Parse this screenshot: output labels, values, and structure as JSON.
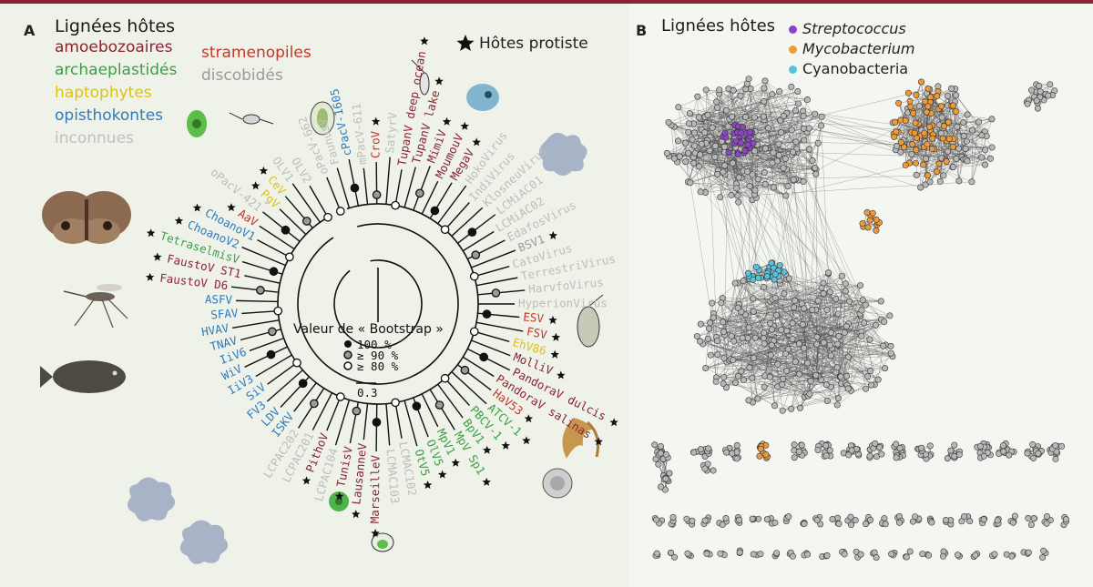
{
  "panel_a": {
    "label": "A",
    "legend_title": "Lignées hôtes",
    "legend_left": [
      {
        "text": "amoebozoaires",
        "color": "#8a2330"
      },
      {
        "text": "archaeplastidés",
        "color": "#3aa046"
      },
      {
        "text": "haptophytes",
        "color": "#d9c21c"
      },
      {
        "text": "opisthokontes",
        "color": "#2e7bbf"
      },
      {
        "text": "inconnues",
        "color": "#bfbfbf"
      }
    ],
    "legend_right": [
      {
        "text": "stramenopiles",
        "color": "#c0392b"
      },
      {
        "text": "discobidés",
        "color": "#9a9a9a"
      }
    ],
    "star_legend": "Hôtes protiste",
    "bootstrap_title": "Valeur de « Bootstrap »",
    "bootstrap_levels": [
      "100 %",
      "≥ 90 %",
      "≥ 80 %"
    ],
    "scale_value": "0.3",
    "leaves": [
      {
        "name": "oPacV-662",
        "color": "#bdbdbd",
        "star": false
      },
      {
        "name": "FaunusV",
        "color": "#bdbdbd",
        "star": false
      },
      {
        "name": "cPacV-1605",
        "color": "#2e7bbf",
        "star": false
      },
      {
        "name": "mPacV-611",
        "color": "#bdbdbd",
        "star": false
      },
      {
        "name": "CroV",
        "color": "#c0392b",
        "star": true
      },
      {
        "name": "SatyrV",
        "color": "#bdbdbd",
        "star": false
      },
      {
        "name": "TupanV deep ocean",
        "color": "#8a2330",
        "star": true
      },
      {
        "name": "TupanV lake",
        "color": "#8a2330",
        "star": true
      },
      {
        "name": "MimiV",
        "color": "#8a2330",
        "star": true
      },
      {
        "name": "MoumouV",
        "color": "#8a2330",
        "star": true
      },
      {
        "name": "MegaV",
        "color": "#8a2330",
        "star": true
      },
      {
        "name": "HokoVirus",
        "color": "#bdbdbd",
        "star": false
      },
      {
        "name": "IndiVirus",
        "color": "#bdbdbd",
        "star": false
      },
      {
        "name": "KlosneuVirus",
        "color": "#bdbdbd",
        "star": false
      },
      {
        "name": "LCMiAC01",
        "color": "#bdbdbd",
        "star": false
      },
      {
        "name": "LCMiAC02",
        "color": "#bdbdbd",
        "star": false
      },
      {
        "name": "EdafosVirus",
        "color": "#bdbdbd",
        "star": false
      },
      {
        "name": "BSV1",
        "color": "#9a9a9a",
        "star": true
      },
      {
        "name": "CatoVirus",
        "color": "#bdbdbd",
        "star": false
      },
      {
        "name": "TerrestriVirus",
        "color": "#bdbdbd",
        "star": false
      },
      {
        "name": "HarvfoVirus",
        "color": "#bdbdbd",
        "star": false
      },
      {
        "name": "HyperionVirus",
        "color": "#bdbdbd",
        "star": false
      },
      {
        "name": "ESV",
        "color": "#c0392b",
        "star": true
      },
      {
        "name": "FSV",
        "color": "#c0392b",
        "star": true
      },
      {
        "name": "EhV86",
        "color": "#d9c21c",
        "star": true
      },
      {
        "name": "MolliV",
        "color": "#8a2330",
        "star": true
      },
      {
        "name": "PandoraV dulcis",
        "color": "#8a2330",
        "star": true
      },
      {
        "name": "PandoraV salinas",
        "color": "#8a2330",
        "star": true
      },
      {
        "name": "HaV53",
        "color": "#c0392b",
        "star": true
      },
      {
        "name": "ATCV-1",
        "color": "#3aa046",
        "star": true
      },
      {
        "name": "PBCV-1",
        "color": "#3aa046",
        "star": true
      },
      {
        "name": "BpV1",
        "color": "#3aa046",
        "star": true
      },
      {
        "name": "MpV Sp1",
        "color": "#3aa046",
        "star": true
      },
      {
        "name": "MpV1",
        "color": "#3aa046",
        "star": true
      },
      {
        "name": "OlV5",
        "color": "#3aa046",
        "star": true
      },
      {
        "name": "OtV5",
        "color": "#3aa046",
        "star": true
      },
      {
        "name": "LCMAC102",
        "color": "#bdbdbd",
        "star": false
      },
      {
        "name": "LCMAC103",
        "color": "#bdbdbd",
        "star": false
      },
      {
        "name": "MarseilleV",
        "color": "#8a2330",
        "star": true
      },
      {
        "name": "LausanneV",
        "color": "#8a2330",
        "star": true
      },
      {
        "name": "TunisV",
        "color": "#8a2330",
        "star": true
      },
      {
        "name": "LCPAC104",
        "color": "#bdbdbd",
        "star": false
      },
      {
        "name": "PithoV",
        "color": "#8a2330",
        "star": true
      },
      {
        "name": "LCPAC201",
        "color": "#bdbdbd",
        "star": false
      },
      {
        "name": "LCPAC202",
        "color": "#bdbdbd",
        "star": false
      },
      {
        "name": "ISKV",
        "color": "#2e7bbf",
        "star": false
      },
      {
        "name": "LDV",
        "color": "#2e7bbf",
        "star": false
      },
      {
        "name": "FV3",
        "color": "#2e7bbf",
        "star": false
      },
      {
        "name": "SiV",
        "color": "#2e7bbf",
        "star": false
      },
      {
        "name": "IiV3",
        "color": "#2e7bbf",
        "star": false
      },
      {
        "name": "WiV",
        "color": "#2e7bbf",
        "star": false
      },
      {
        "name": "IiV6",
        "color": "#2e7bbf",
        "star": false
      },
      {
        "name": "TNAV",
        "color": "#2e7bbf",
        "star": false
      },
      {
        "name": "HVAV",
        "color": "#2e7bbf",
        "star": false
      },
      {
        "name": "SFAV",
        "color": "#2e7bbf",
        "star": false
      },
      {
        "name": "ASFV",
        "color": "#2e7bbf",
        "star": false
      },
      {
        "name": "FaustoV D6",
        "color": "#8a2330",
        "star": true
      },
      {
        "name": "FaustoV ST1",
        "color": "#8a2330",
        "star": true
      },
      {
        "name": "TetraselmisV",
        "color": "#3aa046",
        "star": true
      },
      {
        "name": "ChoanoV2",
        "color": "#2e7bbf",
        "star": true
      },
      {
        "name": "ChoanoV1",
        "color": "#2e7bbf",
        "star": true
      },
      {
        "name": "AaV",
        "color": "#c0392b",
        "star": true
      },
      {
        "name": "oPacV-421",
        "color": "#bdbdbd",
        "star": false
      },
      {
        "name": "PgV",
        "color": "#d9c21c",
        "star": true
      },
      {
        "name": "CeV",
        "color": "#d9c21c",
        "star": true
      },
      {
        "name": "OLV1",
        "color": "#bdbdbd",
        "star": false
      },
      {
        "name": "OLV2",
        "color": "#bdbdbd",
        "star": false
      }
    ]
  },
  "panel_b": {
    "label": "B",
    "legend_title": "Lignées hôtes",
    "legend_items": [
      {
        "text": "Streptococcus",
        "color": "#8e44c9",
        "italic": true
      },
      {
        "text": "Mycobacterium",
        "color": "#ee9a3a",
        "italic": true
      },
      {
        "text": "Cyanobacteria",
        "color": "#5bc2dc",
        "italic": false
      }
    ]
  }
}
